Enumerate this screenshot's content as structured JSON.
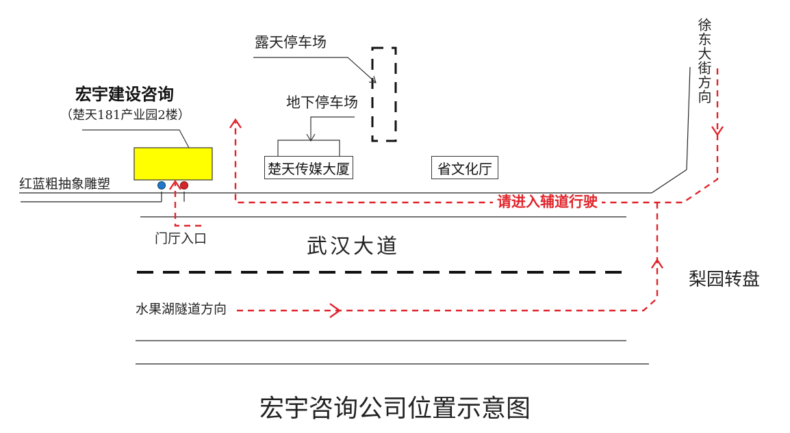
{
  "company": {
    "name": "宏宇建设咨询",
    "address": "（楚天181产业园2楼）"
  },
  "landmarks": {
    "open_parking": "露天停车场",
    "underground_parking": "地下停车场",
    "chutian_building": "楚天传媒大厦",
    "provincial_culture_hall": "省文化厅",
    "sculpture": "红蓝粗抽象雕塑",
    "lobby_entrance": "门厅入口",
    "liyuan_roundabout": "梨园转盘"
  },
  "roads": {
    "main_road": "武汉大道",
    "xudong_direction": "徐东大街方向",
    "tunnel_direction": "水果湖隧道方向"
  },
  "route": {
    "instruction": "请进入辅道行驶",
    "color": "#e0242a"
  },
  "map_title": "宏宇咨询公司位置示意图",
  "colors": {
    "building": "#ffff00",
    "blue_dot": "#1f78c8",
    "red_dot": "#d7262b",
    "road": "#222222"
  }
}
